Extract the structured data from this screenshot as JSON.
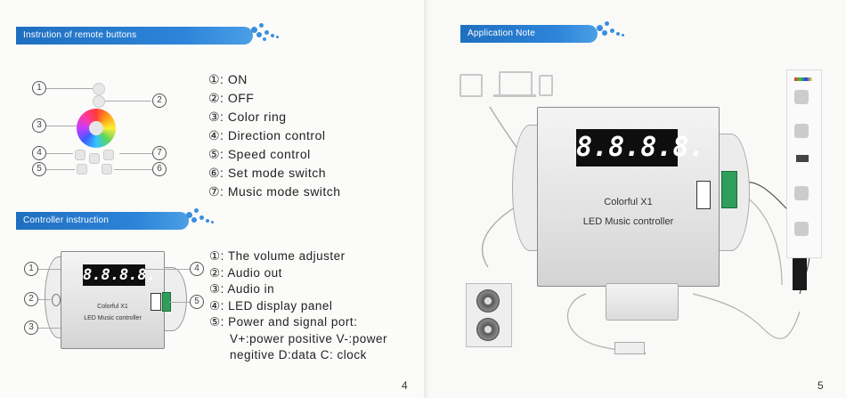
{
  "left_page": {
    "remote_banner": "Instrution  of  remote  buttons",
    "remote_callouts": [
      "1",
      "2",
      "3",
      "4",
      "5",
      "6",
      "7"
    ],
    "remote_list": [
      "①:  ON",
      "②:  OFF",
      "③:  Color ring",
      "④:  Direction control",
      "⑤:  Speed control",
      "⑥:  Set mode switch",
      "⑦:  Music mode switch"
    ],
    "controller_banner": "Controller  instruction",
    "controller_callouts": [
      "1",
      "2",
      "3",
      "4",
      "5"
    ],
    "controller_display": "8.8.8.8.",
    "controller_label_1": "Colorful   X1",
    "controller_label_2": "LED  Music  controller",
    "controller_list": [
      "①: The volume adjuster",
      "②: Audio out",
      "③: Audio  in",
      "④: LED display panel",
      "⑤: Power and signal port:",
      "V+:power positive V-:power",
      "negitive D:data  C: clock"
    ],
    "page_number": "4"
  },
  "right_page": {
    "app_banner": "Application  Note",
    "controller_display": "8.8.8.8.",
    "controller_label_1": "Colorful   X1",
    "controller_label_2": "LED  Music  controller",
    "page_number": "5"
  },
  "colors": {
    "banner": "#2d84d8",
    "led": "#0e0e0e",
    "terminal": "#2f9e5a"
  }
}
